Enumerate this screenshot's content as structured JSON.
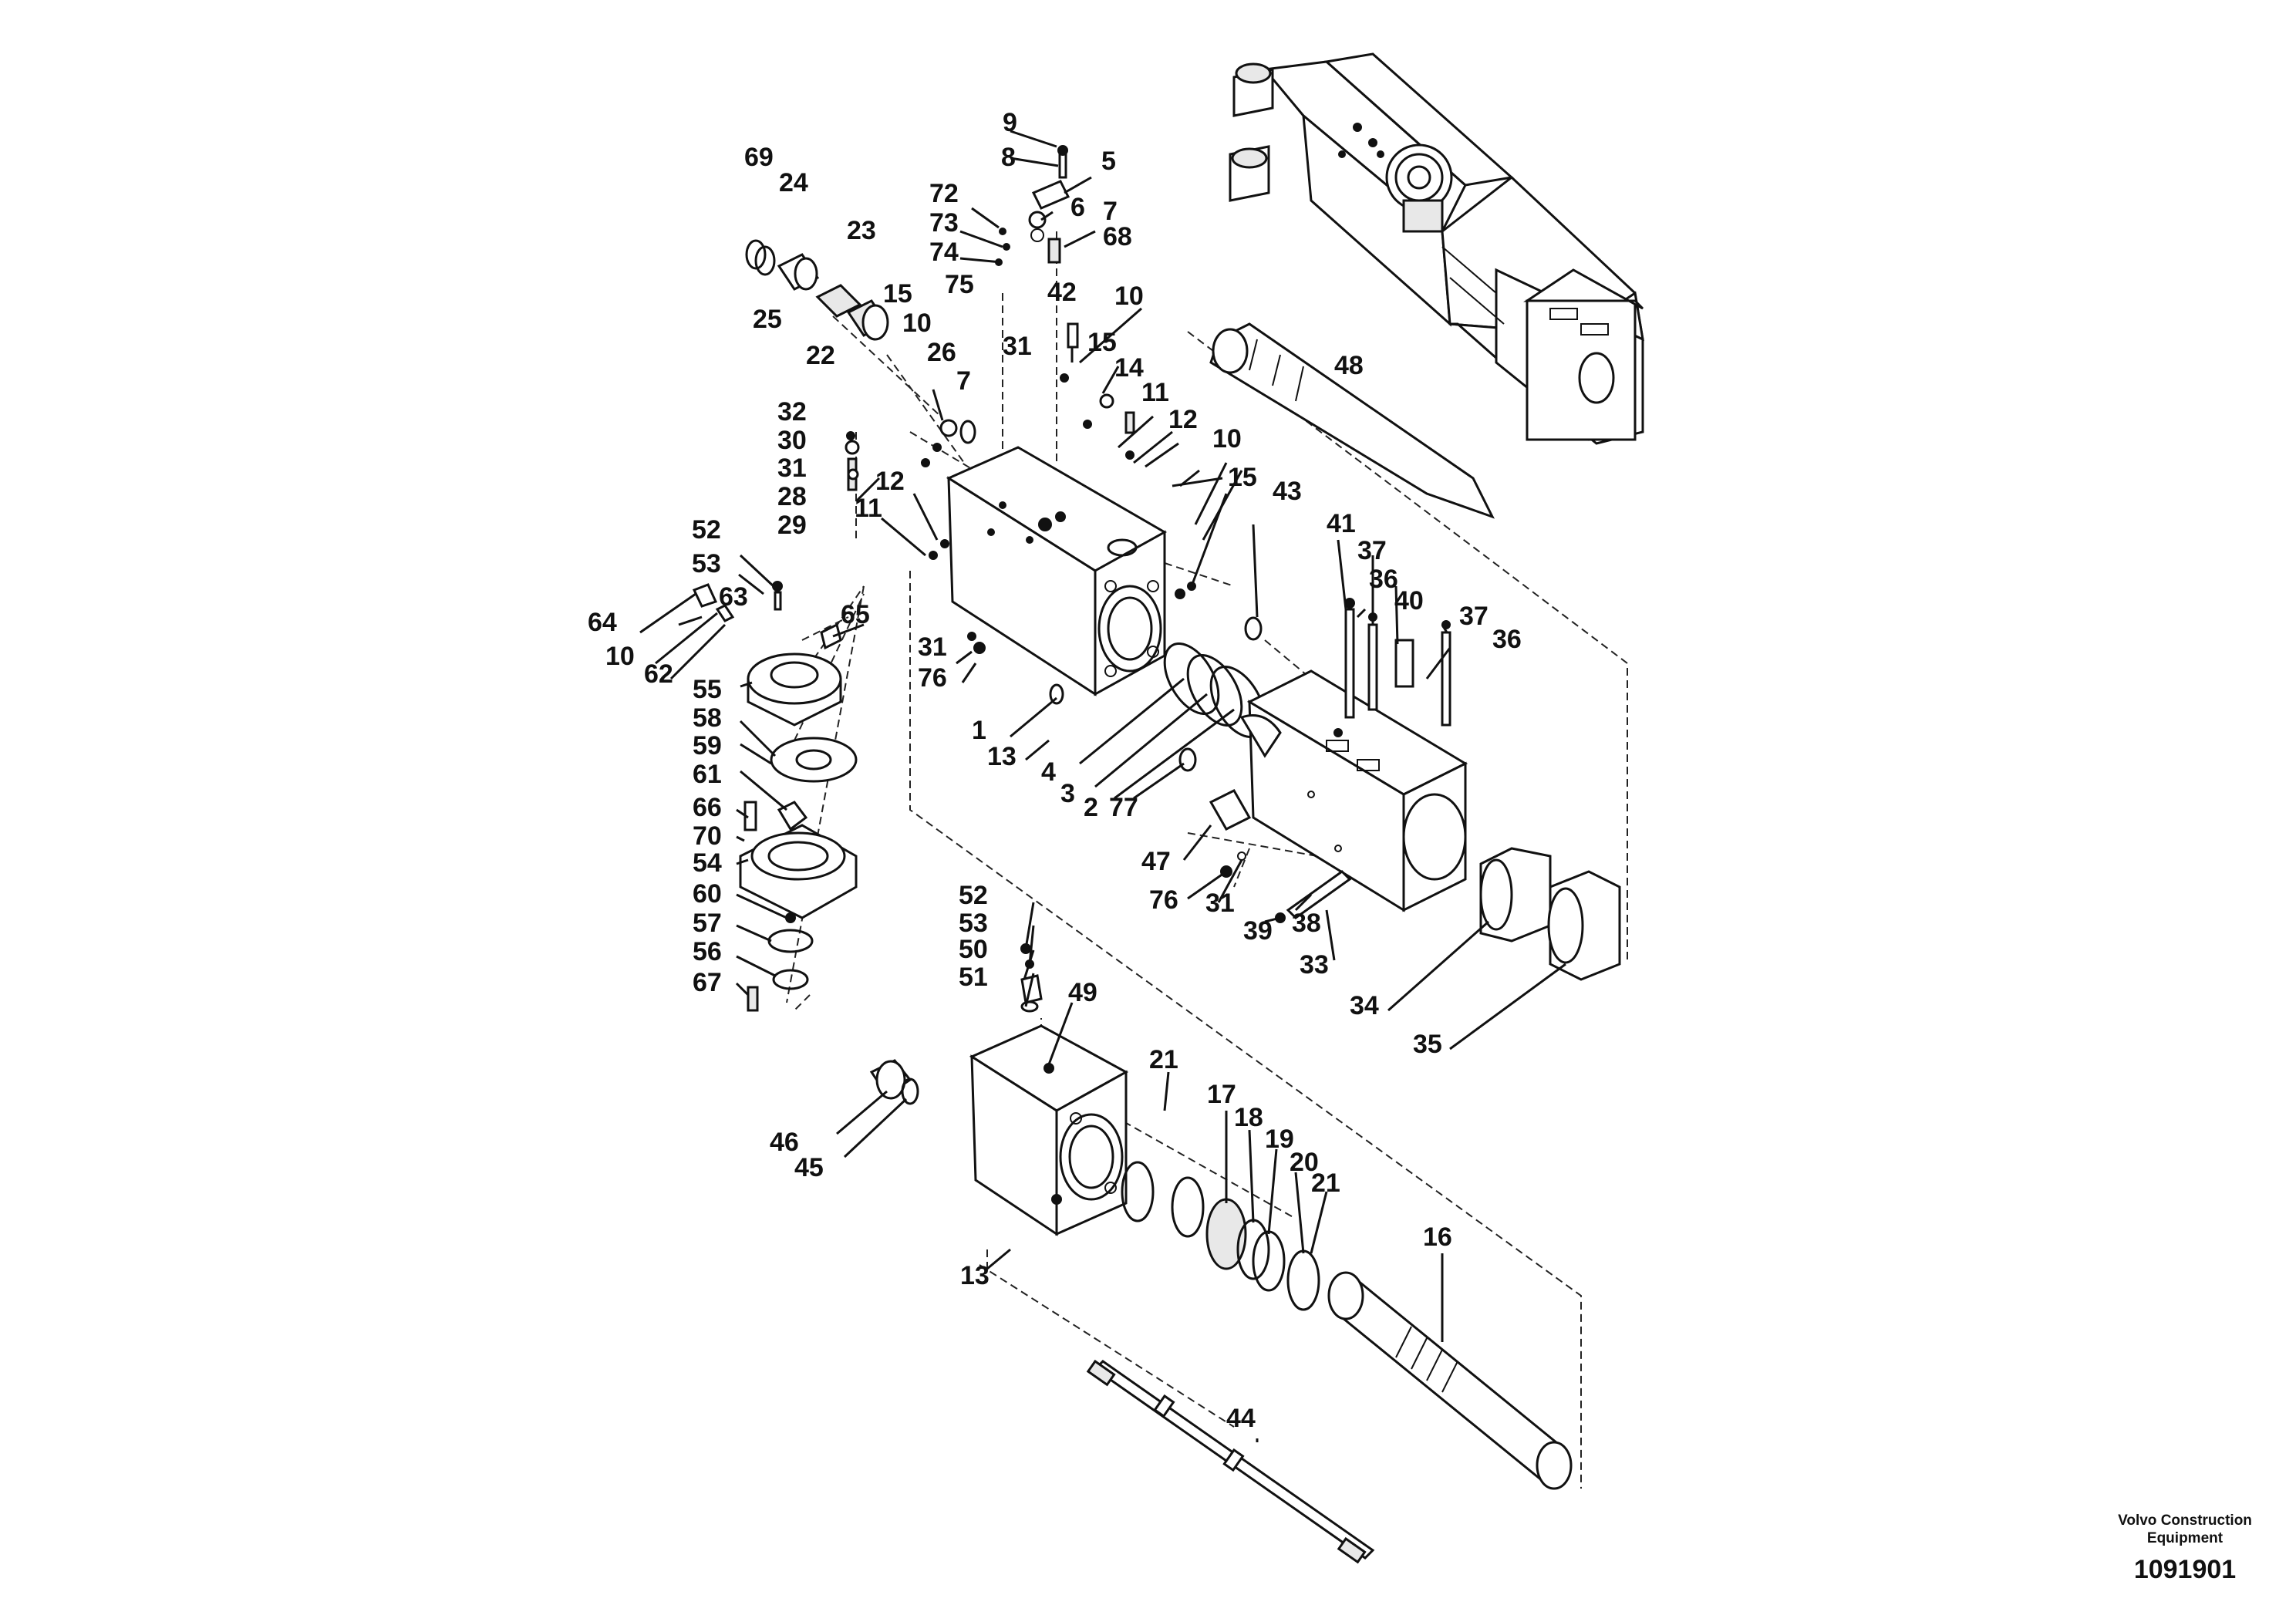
{
  "title_block": {
    "company_line1": "Volvo Construction",
    "company_line2": "Equipment",
    "drawing_number": "1091901"
  },
  "callouts": [
    {
      "id": "c69",
      "text": "69"
    },
    {
      "id": "c24",
      "text": "24"
    },
    {
      "id": "c23",
      "text": "23"
    },
    {
      "id": "c25",
      "text": "25"
    },
    {
      "id": "c22",
      "text": "22"
    },
    {
      "id": "c9",
      "text": "9"
    },
    {
      "id": "c8",
      "text": "8"
    },
    {
      "id": "c5",
      "text": "5"
    },
    {
      "id": "c72",
      "text": "72"
    },
    {
      "id": "c6",
      "text": "6"
    },
    {
      "id": "c73",
      "text": "73"
    },
    {
      "id": "c7a",
      "text": "7"
    },
    {
      "id": "c68",
      "text": "68"
    },
    {
      "id": "c74",
      "text": "74"
    },
    {
      "id": "c75",
      "text": "75"
    },
    {
      "id": "c42",
      "text": "42"
    },
    {
      "id": "c10a",
      "text": "10"
    },
    {
      "id": "c15a",
      "text": "15"
    },
    {
      "id": "c10b",
      "text": "10"
    },
    {
      "id": "c26",
      "text": "26"
    },
    {
      "id": "c31a",
      "text": "31"
    },
    {
      "id": "c15b",
      "text": "15"
    },
    {
      "id": "c7b",
      "text": "7"
    },
    {
      "id": "c14",
      "text": "14"
    },
    {
      "id": "c11a",
      "text": "11"
    },
    {
      "id": "c12a",
      "text": "12"
    },
    {
      "id": "c48",
      "text": "48"
    },
    {
      "id": "c32",
      "text": "32"
    },
    {
      "id": "c30",
      "text": "30"
    },
    {
      "id": "c31b",
      "text": "31"
    },
    {
      "id": "c28",
      "text": "28"
    },
    {
      "id": "c29",
      "text": "29"
    },
    {
      "id": "c12b",
      "text": "12"
    },
    {
      "id": "c11b",
      "text": "11"
    },
    {
      "id": "c10c",
      "text": "10"
    },
    {
      "id": "c15c",
      "text": "15"
    },
    {
      "id": "c43",
      "text": "43"
    },
    {
      "id": "c52a",
      "text": "52"
    },
    {
      "id": "c53a",
      "text": "53"
    },
    {
      "id": "c63",
      "text": "63"
    },
    {
      "id": "c64",
      "text": "64"
    },
    {
      "id": "c10d",
      "text": "10"
    },
    {
      "id": "c62",
      "text": "62"
    },
    {
      "id": "c65",
      "text": "65"
    },
    {
      "id": "c31c",
      "text": "31"
    },
    {
      "id": "c76a",
      "text": "76"
    },
    {
      "id": "c41",
      "text": "41"
    },
    {
      "id": "c37a",
      "text": "37"
    },
    {
      "id": "c36a",
      "text": "36"
    },
    {
      "id": "c40",
      "text": "40"
    },
    {
      "id": "c37b",
      "text": "37"
    },
    {
      "id": "c36b",
      "text": "36"
    },
    {
      "id": "c55",
      "text": "55"
    },
    {
      "id": "c58",
      "text": "58"
    },
    {
      "id": "c59",
      "text": "59"
    },
    {
      "id": "c61",
      "text": "61"
    },
    {
      "id": "c1",
      "text": "1"
    },
    {
      "id": "c13a",
      "text": "13"
    },
    {
      "id": "c4",
      "text": "4"
    },
    {
      "id": "c3",
      "text": "3"
    },
    {
      "id": "c2",
      "text": "2"
    },
    {
      "id": "c77",
      "text": "77"
    },
    {
      "id": "c66",
      "text": "66"
    },
    {
      "id": "c70",
      "text": "70"
    },
    {
      "id": "c54",
      "text": "54"
    },
    {
      "id": "c47",
      "text": "47"
    },
    {
      "id": "c60",
      "text": "60"
    },
    {
      "id": "c76b",
      "text": "76"
    },
    {
      "id": "c31d",
      "text": "31"
    },
    {
      "id": "c39",
      "text": "39"
    },
    {
      "id": "c38",
      "text": "38"
    },
    {
      "id": "c57",
      "text": "57"
    },
    {
      "id": "c33",
      "text": "33"
    },
    {
      "id": "c56",
      "text": "56"
    },
    {
      "id": "c67",
      "text": "67"
    },
    {
      "id": "c52b",
      "text": "52"
    },
    {
      "id": "c53b",
      "text": "53"
    },
    {
      "id": "c50",
      "text": "50"
    },
    {
      "id": "c51",
      "text": "51"
    },
    {
      "id": "c49",
      "text": "49"
    },
    {
      "id": "c34",
      "text": "34"
    },
    {
      "id": "c35",
      "text": "35"
    },
    {
      "id": "c21a",
      "text": "21"
    },
    {
      "id": "c17",
      "text": "17"
    },
    {
      "id": "c18",
      "text": "18"
    },
    {
      "id": "c19",
      "text": "19"
    },
    {
      "id": "c46",
      "text": "46"
    },
    {
      "id": "c45",
      "text": "45"
    },
    {
      "id": "c20",
      "text": "20"
    },
    {
      "id": "c21b",
      "text": "21"
    },
    {
      "id": "c16",
      "text": "16"
    },
    {
      "id": "c13b",
      "text": "13"
    },
    {
      "id": "c44",
      "text": "44"
    }
  ]
}
